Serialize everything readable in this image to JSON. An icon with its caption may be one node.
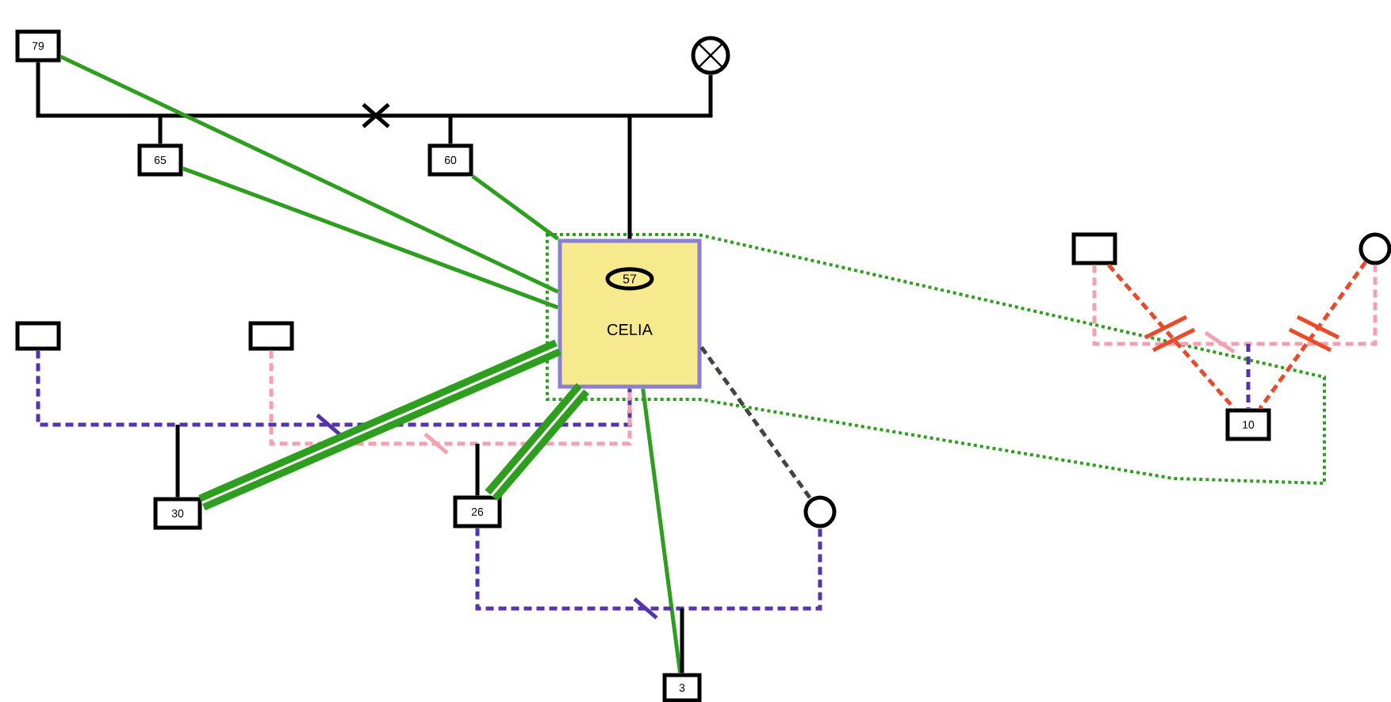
{
  "diagram": {
    "nodes": [
      {
        "text": [
          "79"
        ]
      },
      {
        "text": [
          "65"
        ]
      },
      {
        "text": [
          "60"
        ]
      },
      {
        "text": [],
        "shape": "circle"
      },
      {
        "text": [
          "57",
          "CELIA"
        ]
      },
      {
        "text": [],
        "shape": "box"
      },
      {
        "text": [],
        "shape": "box"
      },
      {
        "text": [
          "30"
        ]
      },
      {
        "text": [
          "26"
        ]
      },
      {
        "text": [],
        "shape": "circle"
      },
      {
        "text": [
          "3"
        ]
      },
      {
        "text": [],
        "shape": "box"
      },
      {
        "text": [],
        "shape": "circle"
      },
      {
        "text": [
          "10"
        ]
      }
    ],
    "edges": [
      {
        "from": 0,
        "to": 3,
        "arrow": "none"
      },
      {
        "from": null,
        "to": 1,
        "arrow": "none"
      },
      {
        "from": null,
        "to": 2,
        "arrow": "none"
      },
      {
        "from": null,
        "to": 4,
        "arrow": "none"
      },
      {
        "from": 0,
        "to": 4,
        "arrow": "none",
        "color": "#2e9e1e"
      },
      {
        "from": 1,
        "to": 4,
        "arrow": "none",
        "color": "#2e9e1e"
      },
      {
        "from": 2,
        "to": 4,
        "arrow": "none",
        "color": "#2e9e1e"
      },
      {
        "from": 5,
        "to": 4,
        "arrow": "none",
        "style": "dashed",
        "color": "#5533aa"
      },
      {
        "from": null,
        "to": 7,
        "arrow": "none"
      },
      {
        "from": 6,
        "to": 4,
        "arrow": "none",
        "style": "dashed",
        "color": "#f4a0b0"
      },
      {
        "from": null,
        "to": 8,
        "arrow": "none"
      },
      {
        "from": 7,
        "to": 4,
        "arrow": "none",
        "style": "thick",
        "color": "#2e9e1e"
      },
      {
        "from": 8,
        "to": 4,
        "arrow": "none",
        "style": "thick",
        "color": "#2e9e1e"
      },
      {
        "from": 4,
        "to": 10,
        "arrow": "none",
        "color": "#2e9e1e"
      },
      {
        "from": 4,
        "to": 9,
        "arrow": "none",
        "style": "dashed",
        "color": "#444444"
      },
      {
        "from": 8,
        "to": 9,
        "arrow": "none",
        "style": "dashed",
        "color": "#5533aa"
      },
      {
        "from": null,
        "to": 10,
        "arrow": "none"
      },
      {
        "from": 11,
        "to": 12,
        "arrow": "none",
        "style": "dashed",
        "color": "#f4a0b0"
      },
      {
        "from": null,
        "to": 13,
        "arrow": "none",
        "style": "dashed",
        "color": "#5533aa"
      },
      {
        "from": 11,
        "to": 13,
        "arrow": "none",
        "style": "dashed",
        "color": "#e84a2a"
      },
      {
        "from": 12,
        "to": 13,
        "arrow": "none",
        "style": "dashed",
        "color": "#e84a2a"
      }
    ]
  }
}
